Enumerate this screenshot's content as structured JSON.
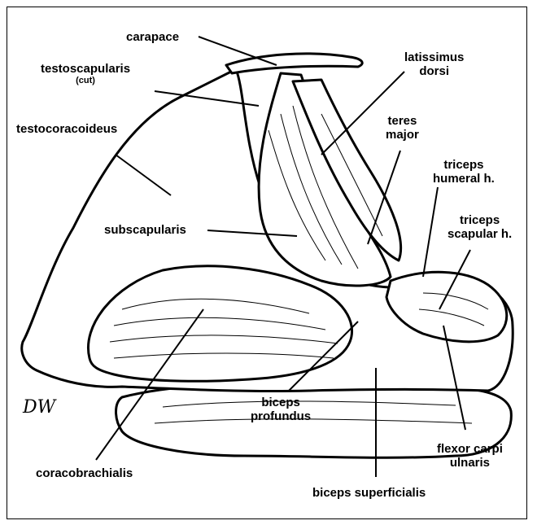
{
  "labels": {
    "carapace": "carapace",
    "testoscapularis": "testoscapularis",
    "testoscapularis_note": "(cut)",
    "latissimus_1": "latissimus",
    "latissimus_2": "dorsi",
    "testocoracoideus": "testocoracoideus",
    "teres_1": "teres",
    "teres_2": "major",
    "triceps_hum_1": "triceps",
    "triceps_hum_2": "humeral h.",
    "triceps_scap_1": "triceps",
    "triceps_scap_2": "scapular h.",
    "subscapularis": "subscapularis",
    "biceps_prof_1": "biceps",
    "biceps_prof_2": "profundus",
    "flexor_1": "flexor carpi",
    "flexor_2": "ulnaris",
    "coracobrachialis": "coracobrachialis",
    "biceps_sup": "biceps superficialis"
  },
  "signature": "DW"
}
